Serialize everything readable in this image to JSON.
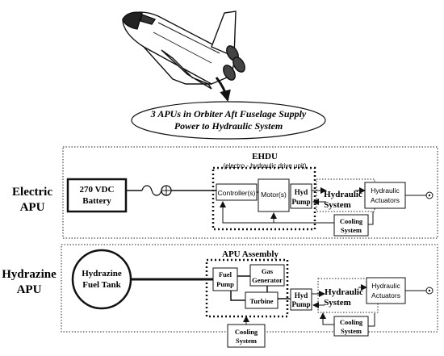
{
  "banner": {
    "line1": "3 APUs in Orbiter Aft Fuselage Supply",
    "line2": "Power to Hydraulic System"
  },
  "electric": {
    "title_line1": "Electric",
    "title_line2": "APU",
    "group_title": "EHDU",
    "group_subtitle": "(electro - hydraulic drive unit)",
    "battery_line1": "270 VDC",
    "battery_line2": "Battery",
    "controller": "Controller(s)",
    "motor": "Motor(s)",
    "hyd_pump_line1": "Hyd",
    "hyd_pump_line2": "Pump",
    "hydraulic_line1": "Hydraulic",
    "hydraulic_line2": "System",
    "actuators_line1": "Hydraulic",
    "actuators_line2": "Actuators",
    "cooling_line1": "Cooling",
    "cooling_line2": "System"
  },
  "hydrazine": {
    "title_line1": "Hydrazine",
    "title_line2": "APU",
    "group_title": "APU Assembly",
    "tank_line1": "Hydrazine",
    "tank_line2": "Fuel Tank",
    "fuel_pump_line1": "Fuel",
    "fuel_pump_line2": "Pump",
    "gas_gen_line1": "Gas",
    "gas_gen_line2": "Generator",
    "turbine": "Turbine",
    "hyd_pump_line1": "Hyd",
    "hyd_pump_line2": "Pump",
    "hydraulic_line1": "Hydraulic",
    "hydraulic_line2": "System",
    "actuators_line1": "Hydraulic",
    "actuators_line2": "Actuators",
    "cooling1_line1": "Cooling",
    "cooling1_line2": "System",
    "cooling2_line1": "Cooling",
    "cooling2_line2": "System"
  }
}
